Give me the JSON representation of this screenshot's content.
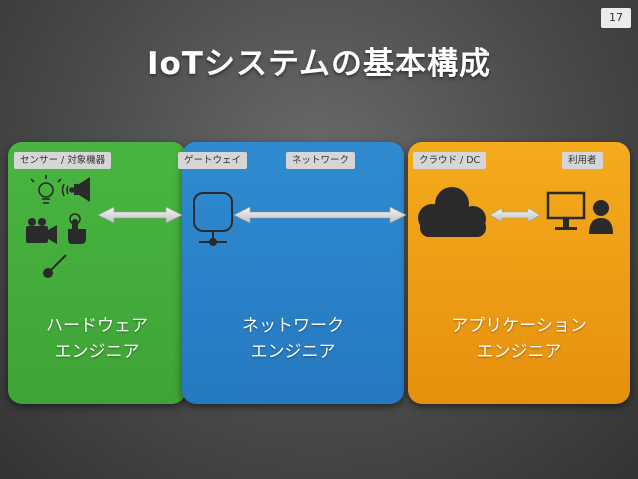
{
  "page_number": "17",
  "title": "IoTシステムの基本構成",
  "tags": {
    "sensor": "センサー / 対象機器",
    "gateway": "ゲートウェイ",
    "network": "ネットワーク",
    "cloud": "クラウド / DC",
    "user": "利用者"
  },
  "roles": {
    "hardware": [
      "ハードウェア",
      "エンジニア"
    ],
    "network": [
      "ネットワーク",
      "エンジニア"
    ],
    "application": [
      "アプリケーション",
      "エンジニア"
    ]
  },
  "colors": {
    "hardware_panel": "#3ea436",
    "network_panel": "#2679c0",
    "application_panel": "#e6900e",
    "icon_dark": "#2a2a2a"
  },
  "icons": [
    "lightbulb-icon",
    "fan-icon",
    "speaker-icon",
    "camera-icon",
    "touch-hand-icon",
    "thermometer-icon",
    "router-icon",
    "cloud-icon",
    "monitor-icon",
    "person-icon",
    "double-arrow-icon"
  ]
}
